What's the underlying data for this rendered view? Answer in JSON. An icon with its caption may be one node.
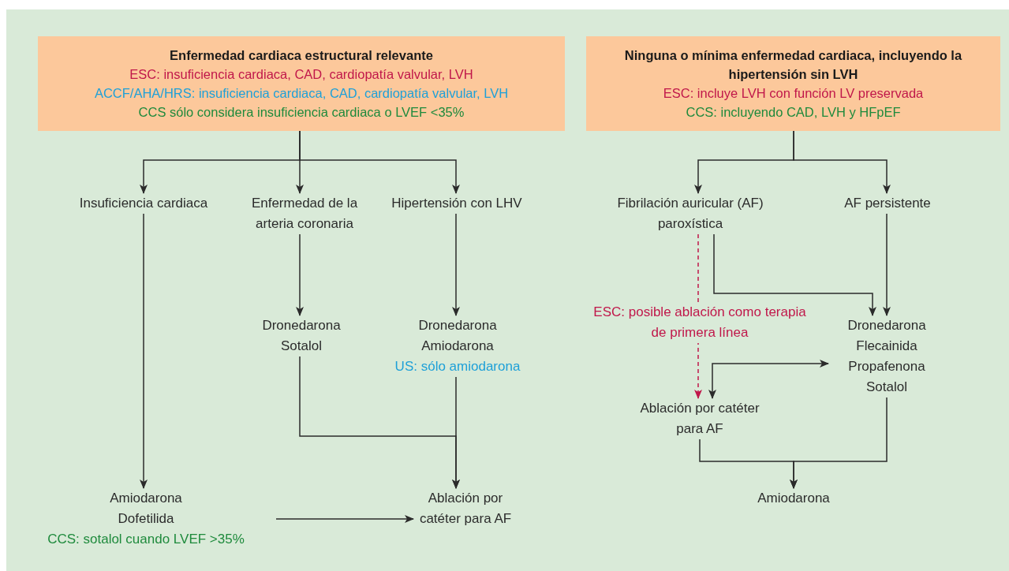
{
  "diagram": {
    "nodes": [
      {
        "text": [
          "Enfermedad cardiaca estructural relevante",
          "ESC: insuficiencia cardiaca, CAD, cardiopatía valvular, LVH",
          "ACCF/AHA/HRS: insuficiencia cardiaca, CAD, cardiopatía valvular, LVH",
          "CCS sólo considera insuficiencia cardiaca o LVEF <35%"
        ]
      },
      {
        "text": [
          "Ninguna o mínima enfermedad cardiaca, incluyendo la hipertensión sin LVH",
          "ESC: incluye LVH con función LV preservada",
          "CCS: incluyendo CAD, LVH y HFpEF"
        ]
      },
      {
        "text": [
          "Insuficiencia cardiaca"
        ]
      },
      {
        "text": [
          "Enfermedad de la arteria coronaria"
        ]
      },
      {
        "text": [
          "Hipertensión con LHV"
        ]
      },
      {
        "text": [
          "Dronedarona",
          "Sotalol"
        ]
      },
      {
        "text": [
          "Dronedarona",
          "Amiodarona",
          "US: sólo amiodarona"
        ]
      },
      {
        "text": [
          "Amiodarona",
          "Dofetilida",
          "CCS: sotalol cuando LVEF >35%"
        ]
      },
      {
        "text": [
          "Ablación por catéter para AF"
        ]
      },
      {
        "text": [
          "Fibrilación auricular (AF) paroxística"
        ]
      },
      {
        "text": [
          "AF persistente"
        ]
      },
      {
        "text": [
          "Dronedarona",
          "Flecainida",
          "Propafenona",
          "Sotalol"
        ]
      },
      {
        "text": [
          "Ablación por catéter para AF"
        ]
      },
      {
        "text": [
          "Amiodarona"
        ]
      }
    ],
    "edges": [
      {
        "from": 0,
        "to": 2,
        "arrow": "to"
      },
      {
        "from": 0,
        "to": 3,
        "arrow": "to"
      },
      {
        "from": 0,
        "to": 4,
        "arrow": "to"
      },
      {
        "from": 2,
        "to": 7,
        "arrow": "to"
      },
      {
        "from": 3,
        "to": 5,
        "arrow": "to"
      },
      {
        "from": 4,
        "to": 6,
        "arrow": "to"
      },
      {
        "from": 5,
        "to": 8,
        "arrow": "to"
      },
      {
        "from": 6,
        "to": 8,
        "arrow": "to"
      },
      {
        "from": 7,
        "to": 8,
        "arrow": "to"
      },
      {
        "from": 1,
        "to": 9,
        "arrow": "to"
      },
      {
        "from": 1,
        "to": 10,
        "arrow": "to"
      },
      {
        "from": 9,
        "to": 11,
        "arrow": "to"
      },
      {
        "from": 10,
        "to": 11,
        "arrow": "to"
      },
      {
        "from": 9,
        "to": 12,
        "arrow": "to",
        "label": "ESC: posible ablación como terapia de primera línea",
        "style": "dashed",
        "color": "#c0174a"
      },
      {
        "from": 12,
        "to": 11,
        "arrow": "both"
      },
      {
        "from": 12,
        "to": 13,
        "arrow": "to"
      },
      {
        "from": 11,
        "to": 13,
        "arrow": "to"
      }
    ]
  }
}
